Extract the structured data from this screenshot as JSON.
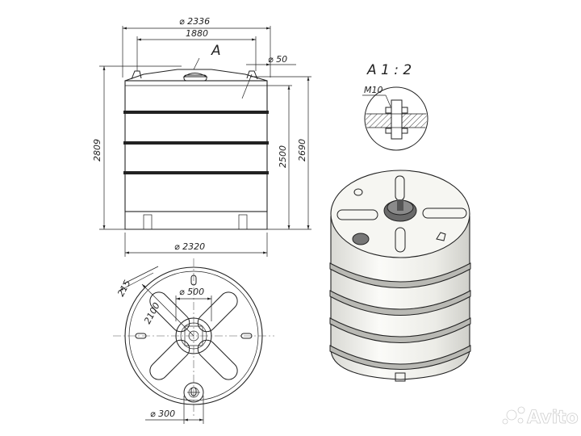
{
  "labels": {
    "dia_top": "⌀ 2336",
    "width_1880": "1880",
    "callout_a": "A",
    "dia_50": "⌀ 50",
    "height_2809": "2809",
    "height_2500": "2500",
    "height_2690": "2690",
    "dia_bottom": "⌀ 2320",
    "detail_title": "A  1 : 2",
    "bolt": "M10",
    "dim_215": "215",
    "dim_2100": "2100",
    "dia_500": "⌀ 500",
    "dia_300": "⌀ 300"
  },
  "watermark": {
    "text": "Avito",
    "icon": "avito-dots-logo"
  },
  "colors": {
    "line": "#222222",
    "tank_fill": "#f3f3ef",
    "hatch": "#444444"
  }
}
